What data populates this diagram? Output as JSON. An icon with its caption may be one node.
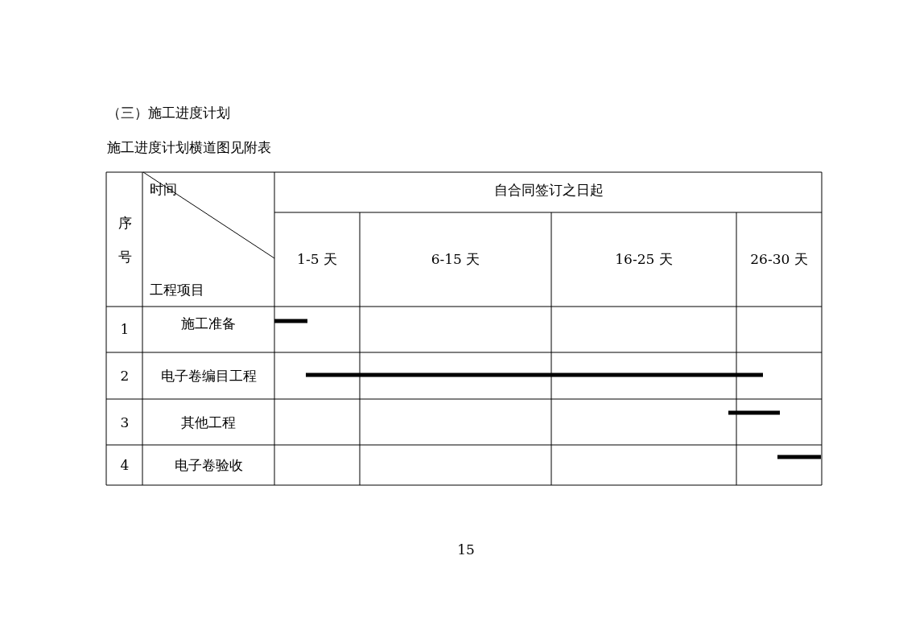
{
  "diagram": {
    "title": "（三）施工进度计划",
    "labels": [
      "施工进度计划横道图见附表",
      "时间",
      "自合同签订之日起",
      "序号",
      "1-5 天",
      "6-15 天",
      "16-25 天",
      "26-30 天",
      "工程项目",
      "1",
      "施工准备",
      "2",
      "电子卷编目工程",
      "3",
      "其他工程",
      "4",
      "电子卷验收",
      "15"
    ]
  }
}
